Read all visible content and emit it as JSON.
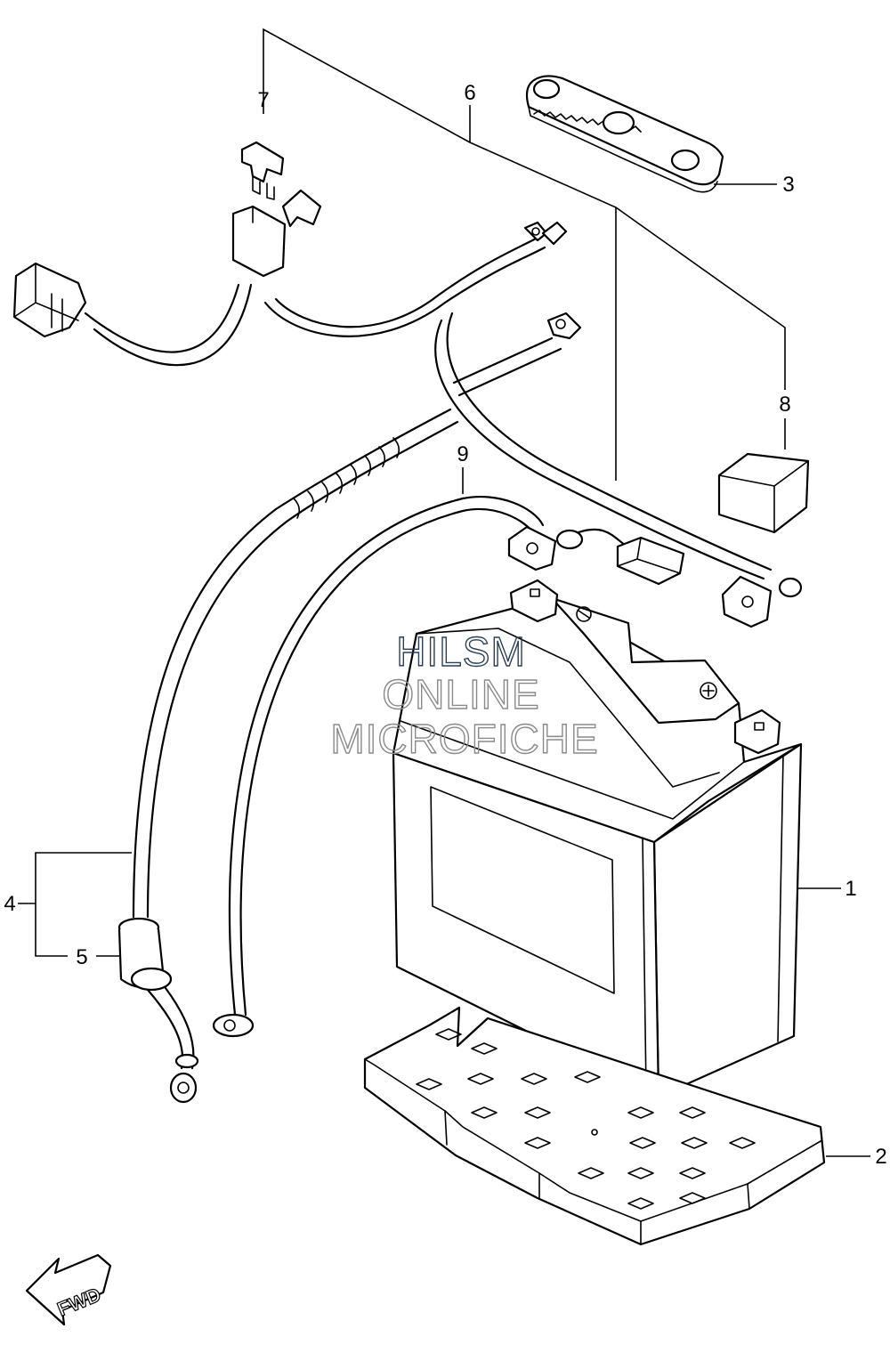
{
  "callouts": {
    "c1": "1",
    "c2": "2",
    "c3": "3",
    "c4": "4",
    "c5": "5",
    "c6": "6",
    "c7": "7",
    "c8": "8",
    "c9": "9"
  },
  "watermark": {
    "line1": "HILSM",
    "line2": "ONLINE",
    "line3": "MICROFICHE"
  },
  "direction": {
    "label": "FWD",
    "icon": "arrow-forward-icon"
  }
}
